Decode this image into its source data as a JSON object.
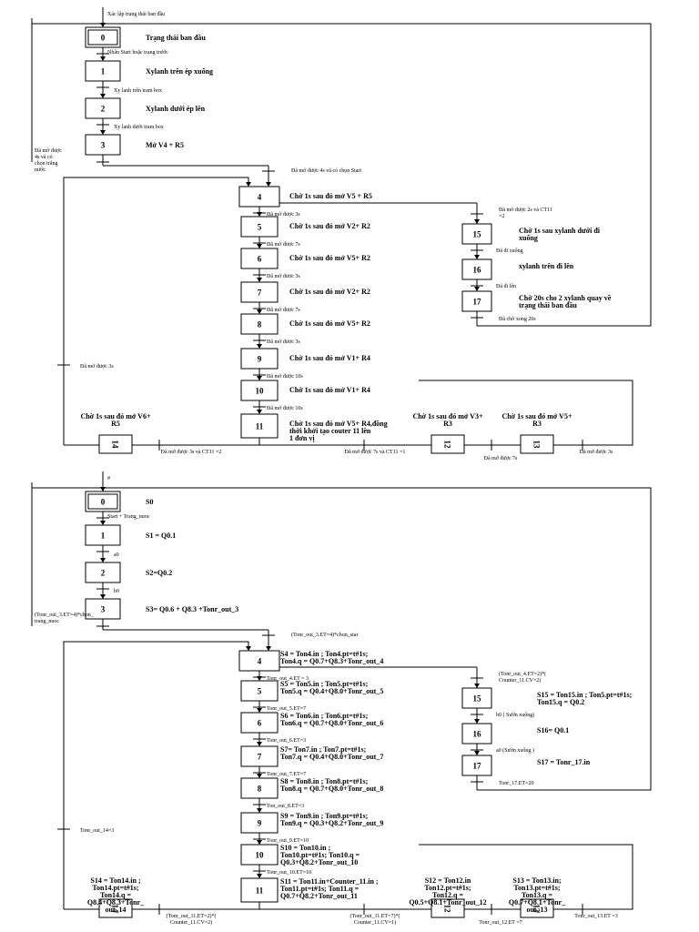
{
  "diagram1": {
    "top_note": "Xác lập trạng thái ban đầu",
    "steps": [
      {
        "id": "0",
        "label": "Trạng thái ban đầu"
      },
      {
        "id": "1",
        "label": "Xylanh trên ép xuống"
      },
      {
        "id": "2",
        "label": "Xylanh dưới ép lên"
      },
      {
        "id": "3",
        "label": "Mở V4 + R5"
      },
      {
        "id": "4",
        "label": "Chờ 1s sau đó mở V5 + R5"
      },
      {
        "id": "5",
        "label": "Chờ 1s sau đó mở V2+ R2"
      },
      {
        "id": "6",
        "label": "Chờ 1s sau đó mở V5+ R2"
      },
      {
        "id": "7",
        "label": "Chờ 1s sau đó mở V2+ R2"
      },
      {
        "id": "8",
        "label": "Chờ 1s sau đó mở V5+ R2"
      },
      {
        "id": "9",
        "label": "Chờ 1s sau đó mở V1+ R4"
      },
      {
        "id": "10",
        "label": "Chờ 1s sau đó mở V1+ R4"
      },
      {
        "id": "11",
        "label": "Chờ 1s sau đó mở V5+ R4,đồng thời khởi tạo couter 11 lên 1 đơn vị"
      },
      {
        "id": "15",
        "label": "Chờ 1s sau xylanh dưới đi xuống"
      },
      {
        "id": "16",
        "label": "xylanh trên đi lên"
      },
      {
        "id": "17",
        "label": "Chờ 20s cho 2 xylanh quay về trạng thái ban đầu"
      },
      {
        "id": "14",
        "label": "Chờ 1s sau đó mở V6+ R5"
      },
      {
        "id": "12",
        "label": "Chờ 1s sau đó mở V3+ R3"
      },
      {
        "id": "13",
        "label": "Chờ 1s sau đó mở V5+ R3"
      }
    ],
    "transitions": {
      "t0_1": "Nhấn Start hoặc trạng trước",
      "t1_2": "Xy lanh trên tram box",
      "t2_3": "Xy lanh dưới tram box",
      "t3_left": "Đã mở được 4s và có chọn trắng nước",
      "t3_4": "Đã mở được 4s và có chọn Start",
      "t4_5": "Đã mở được 3s",
      "t5_6": "Đã mở được 7s",
      "t6_7": "Đã mở được 3s",
      "t7_8": "Đã mở được 7s",
      "t8_9": "Đã mở được 3s",
      "t9_10": "Đã mở được 10s",
      "t10_11": "Đã mở được 10s",
      "t4_15": "Đã mở được 2s và CT11 =2",
      "t15_16": "Đã đi xuống",
      "t16_17": "Đã đi lên",
      "t17_0": "Đã chờ xong 20s",
      "t14_4": "Đã mở được 3s",
      "t11_14": "Đã mở được 3s và CT11 =2",
      "t11_12": "Đã mở được 7s và CT11 =1",
      "t12_13": "Đã mở được 7s",
      "t13_4": "Đã mở được 3s"
    }
  },
  "diagram2": {
    "top_note": "#",
    "steps": [
      {
        "id": "0",
        "label": "S0"
      },
      {
        "id": "1",
        "label": "S1 = Q0.1"
      },
      {
        "id": "2",
        "label": "S2=Q0.2"
      },
      {
        "id": "3",
        "label": "S3= Q0.6 + Q8.3 +Tonr_out_3"
      },
      {
        "id": "4",
        "label": "S4 = Ton4.in ; Ton4.pt=t#1s; Ton4.q = Q0.7+Q8.3+Tonr_out_4"
      },
      {
        "id": "5",
        "label": "S5 = Ton5.in ; Ton5.pt=t#1s; Ton5.q = Q0.4+Q8.0+Tonr_out_5"
      },
      {
        "id": "6",
        "label": "S6 = Ton6.in ; Ton6.pt=t#1s; Ton6.q = Q0.7+Q8.0+Tonr_out_6"
      },
      {
        "id": "7",
        "label": "S7= Ton7.in ; Ton7.pt=t#1s; Ton7.q = Q0.4+Q8.0+Tonr_out_7"
      },
      {
        "id": "8",
        "label": "S8 = Ton8.in ; Ton8.pt=t#1s; Ton8.q = Q0.7+Q8.0+Tonr_out_8"
      },
      {
        "id": "9",
        "label": "S9 = Ton9.in ; Ton9.pt=t#1s; Ton9.q = Q0.3+Q8.2+Tonr_out_9"
      },
      {
        "id": "10",
        "label": "S10 = Ton10.in ; Ton10.pt=t#1s; Ton10.q = Q0.3+Q8.2+Tonr_out_10"
      },
      {
        "id": "11",
        "label": "S11 = Ton11.in+Counter_11.in ; Ton11.pt=t#1s; Ton11.q = Q0.7+Q8.2+Tonr_out_11"
      },
      {
        "id": "15",
        "label": "S15 = Ton15.in ; Ton5.pt=t#1s; Ton15.q = Q0.2"
      },
      {
        "id": "16",
        "label": "S16= Q0.1"
      },
      {
        "id": "17",
        "label": "S17 = Tonr_17.in"
      },
      {
        "id": "14",
        "label": "S14 = Ton14.in ; Ton14.pt=t#1s; Ton14.q = Q8.4+Q8.3+Tonr_ out_14"
      },
      {
        "id": "12",
        "label": "S12 = Ton12.in Ton12.pt=t#1s; Ton12.q = Q0.5+Q8.1+Tonr_out_12"
      },
      {
        "id": "13",
        "label": "S13 = Ton13.in; Ton13.pt=t#1s; Ton13.q = Q0.7+Q8.1+Tonr_ out_13"
      }
    ],
    "transitions": {
      "t0_1": "Start + Trang_nuoc",
      "t1_2": "a0",
      "t2_3": "b0",
      "t3_left": "(Tonr_out_3.ET=4)*chon_ trang_nuoc",
      "t3_4": "(Tonr_out_3.ET=4)*chon_star",
      "t4_5": "Tonr_out_4.ET = 3",
      "t5_6": "Tonr_out_5.ET=7",
      "t6_7": "Tonr_out_6.ET=3",
      "t7_8": "Tonr_out_7.ET=7",
      "t8_9": "Ton_out_8.ET=3",
      "t9_10": "Tonr_out_9.ET=10",
      "t10_11": "Tonr_out_10.ET=10",
      "t4_15": "(Tonr_out_4.ET=2)*( Counter_11.CV=2)",
      "t15_16": "b0 ( Sườn xuống)",
      "t16_17": "a0 (Sườn xuống )",
      "t17_0": "Tonr_17.ET=20",
      "t14_4": "Tonr_out_14=3",
      "t11_14": "(Tonr_out_11.ET=2)*( Counter_11.CV=2)",
      "t11_12": "(Tonr_out_11.ET=7)*( Counter_11.CV=1)",
      "t12_13": "Tonr_out_12.ET =7",
      "t13_4": "Tonr_out_13.ET =3"
    }
  }
}
